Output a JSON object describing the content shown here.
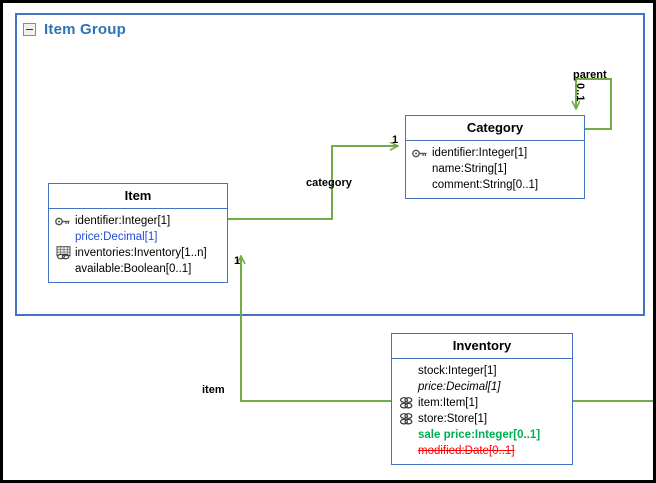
{
  "package": {
    "title": "Item Group",
    "collapse_icon": "collapse-minus-icon",
    "accent_color": "#4472C4",
    "title_color": "#2E74B5"
  },
  "colors": {
    "class_border": "#4472C4",
    "association": "#70AD47",
    "changed_blue": "#1F4FD8",
    "added_green": "#00B050",
    "deleted_red": "#FF0000"
  },
  "classes": [
    {
      "id": "item",
      "name": "Item",
      "attributes": [
        {
          "icon": "key-icon",
          "text": "identifier:Integer[1]",
          "style": "normal"
        },
        {
          "icon": "none",
          "text": "price:Decimal[1]",
          "style": "blue"
        },
        {
          "icon": "table-link-icon",
          "text": "inventories:Inventory[1..n]",
          "style": "normal"
        },
        {
          "icon": "none",
          "text": "available:Boolean[0..1]",
          "style": "normal"
        }
      ]
    },
    {
      "id": "category",
      "name": "Category",
      "attributes": [
        {
          "icon": "key-icon",
          "text": "identifier:Integer[1]",
          "style": "normal"
        },
        {
          "icon": "none",
          "text": "name:String[1]",
          "style": "normal"
        },
        {
          "icon": "none",
          "text": "comment:String[0..1]",
          "style": "normal"
        }
      ]
    },
    {
      "id": "inventory",
      "name": "Inventory",
      "attributes": [
        {
          "icon": "none",
          "text": "stock:Integer[1]",
          "style": "normal"
        },
        {
          "icon": "none",
          "text": "price:Decimal[1]",
          "style": "italic"
        },
        {
          "icon": "link-icon",
          "text": "item:Item[1]",
          "style": "normal"
        },
        {
          "icon": "link-icon",
          "text": "store:Store[1]",
          "style": "normal"
        },
        {
          "icon": "none",
          "text": "sale price:Integer[0..1]",
          "style": "green"
        },
        {
          "icon": "none",
          "text": "modified:Date[0..1]",
          "style": "red"
        }
      ]
    }
  ],
  "associations": [
    {
      "id": "category",
      "label": "category",
      "multiplicity": "1",
      "from": "Item",
      "to": "Category"
    },
    {
      "id": "parent",
      "label": "parent",
      "multiplicity": "0..1",
      "from": "Category",
      "to": "Category"
    },
    {
      "id": "item",
      "label": "item",
      "multiplicity": "1",
      "from": "Inventory",
      "to": "Item"
    }
  ]
}
